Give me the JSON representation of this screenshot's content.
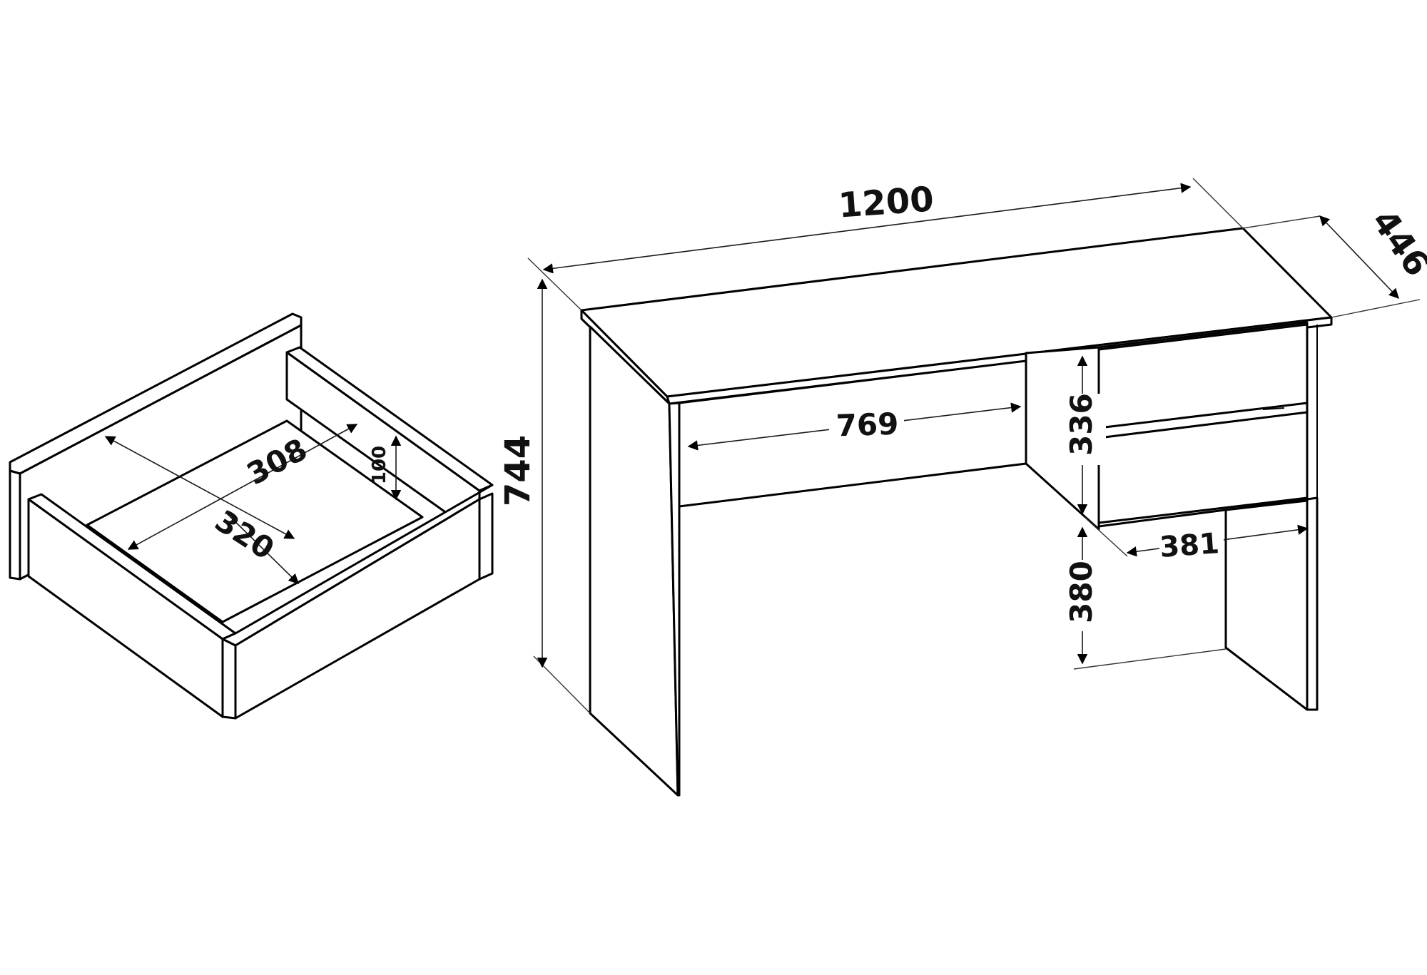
{
  "drawing": {
    "ink_color": "#000000",
    "background": "#ffffff"
  },
  "desk": {
    "width_label": "1200",
    "depth_label": "446",
    "height_label": "744",
    "legroom_width_label": "769",
    "drawer_block_height_label": "336",
    "drawer_block_width_label": "381",
    "clearance_height_label": "380"
  },
  "drawer": {
    "inner_width_label": "308",
    "inner_depth_label": "320",
    "inner_height_label": "100"
  }
}
